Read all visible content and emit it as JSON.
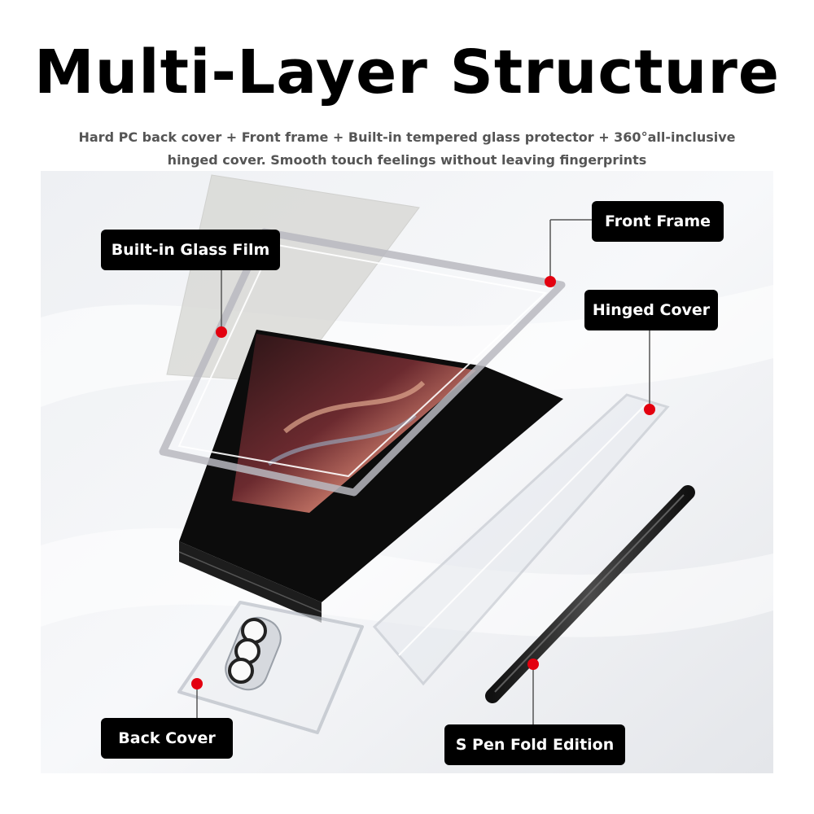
{
  "header": {
    "title": "Multi-Layer Structure",
    "subtitle_line1": "Hard PC back cover + Front frame + Built-in tempered glass protector + 360°all-inclusive",
    "subtitle_line2": "hinged cover. Smooth touch feelings without leaving fingerprints"
  },
  "labels": {
    "glass_film": "Built-in Glass Film",
    "front_frame": "Front Frame",
    "hinged_cover": "Hinged Cover",
    "back_cover": "Back Cover",
    "s_pen": "S Pen Fold Edition"
  },
  "colors": {
    "marker": "#e3000f",
    "label_bg": "#000000",
    "label_text": "#ffffff",
    "phone_body": "#0c0c0c"
  }
}
